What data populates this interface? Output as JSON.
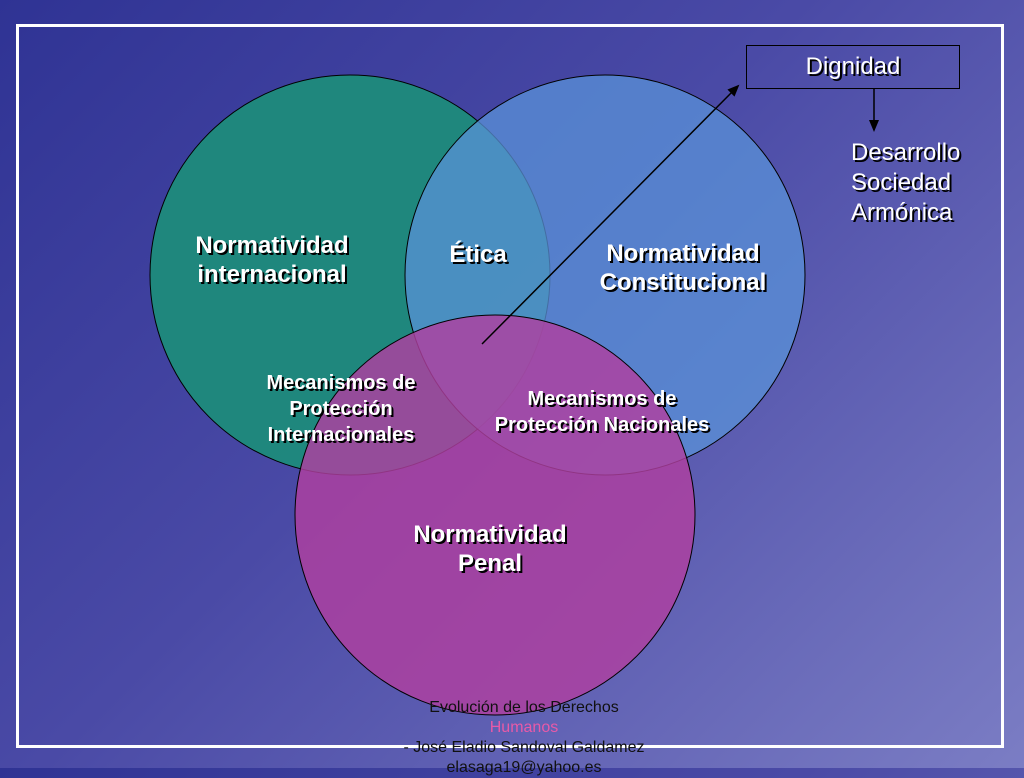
{
  "diagram": {
    "circles": {
      "international": {
        "label_lines": [
          "Normatividad",
          "internacional"
        ],
        "color": "#1e8b7b"
      },
      "constitutional": {
        "label_lines": [
          "Normatividad",
          "Constitucional"
        ],
        "color": "#5a92d8"
      },
      "penal": {
        "label_lines": [
          "Normatividad",
          "Penal"
        ],
        "color": "#b040a0"
      }
    },
    "intersections": {
      "etica": "Ética",
      "international_mechanisms": [
        "Mecanismos de",
        "Protección",
        "Internacionales"
      ],
      "national_mechanisms": [
        "Mecanismos de",
        "Protección Nacionales"
      ]
    },
    "goal": {
      "box_label": "Dignidad",
      "outcomes": [
        "Desarrollo",
        "Sociedad",
        "Armónica"
      ]
    }
  },
  "footer": {
    "line1_before": "Evolución de los Derechos ",
    "line1_highlight": "Humanos",
    "line1_after": " - José Eladio Sandoval Galdamez",
    "line2": "elasaga19@yahoo.es"
  }
}
